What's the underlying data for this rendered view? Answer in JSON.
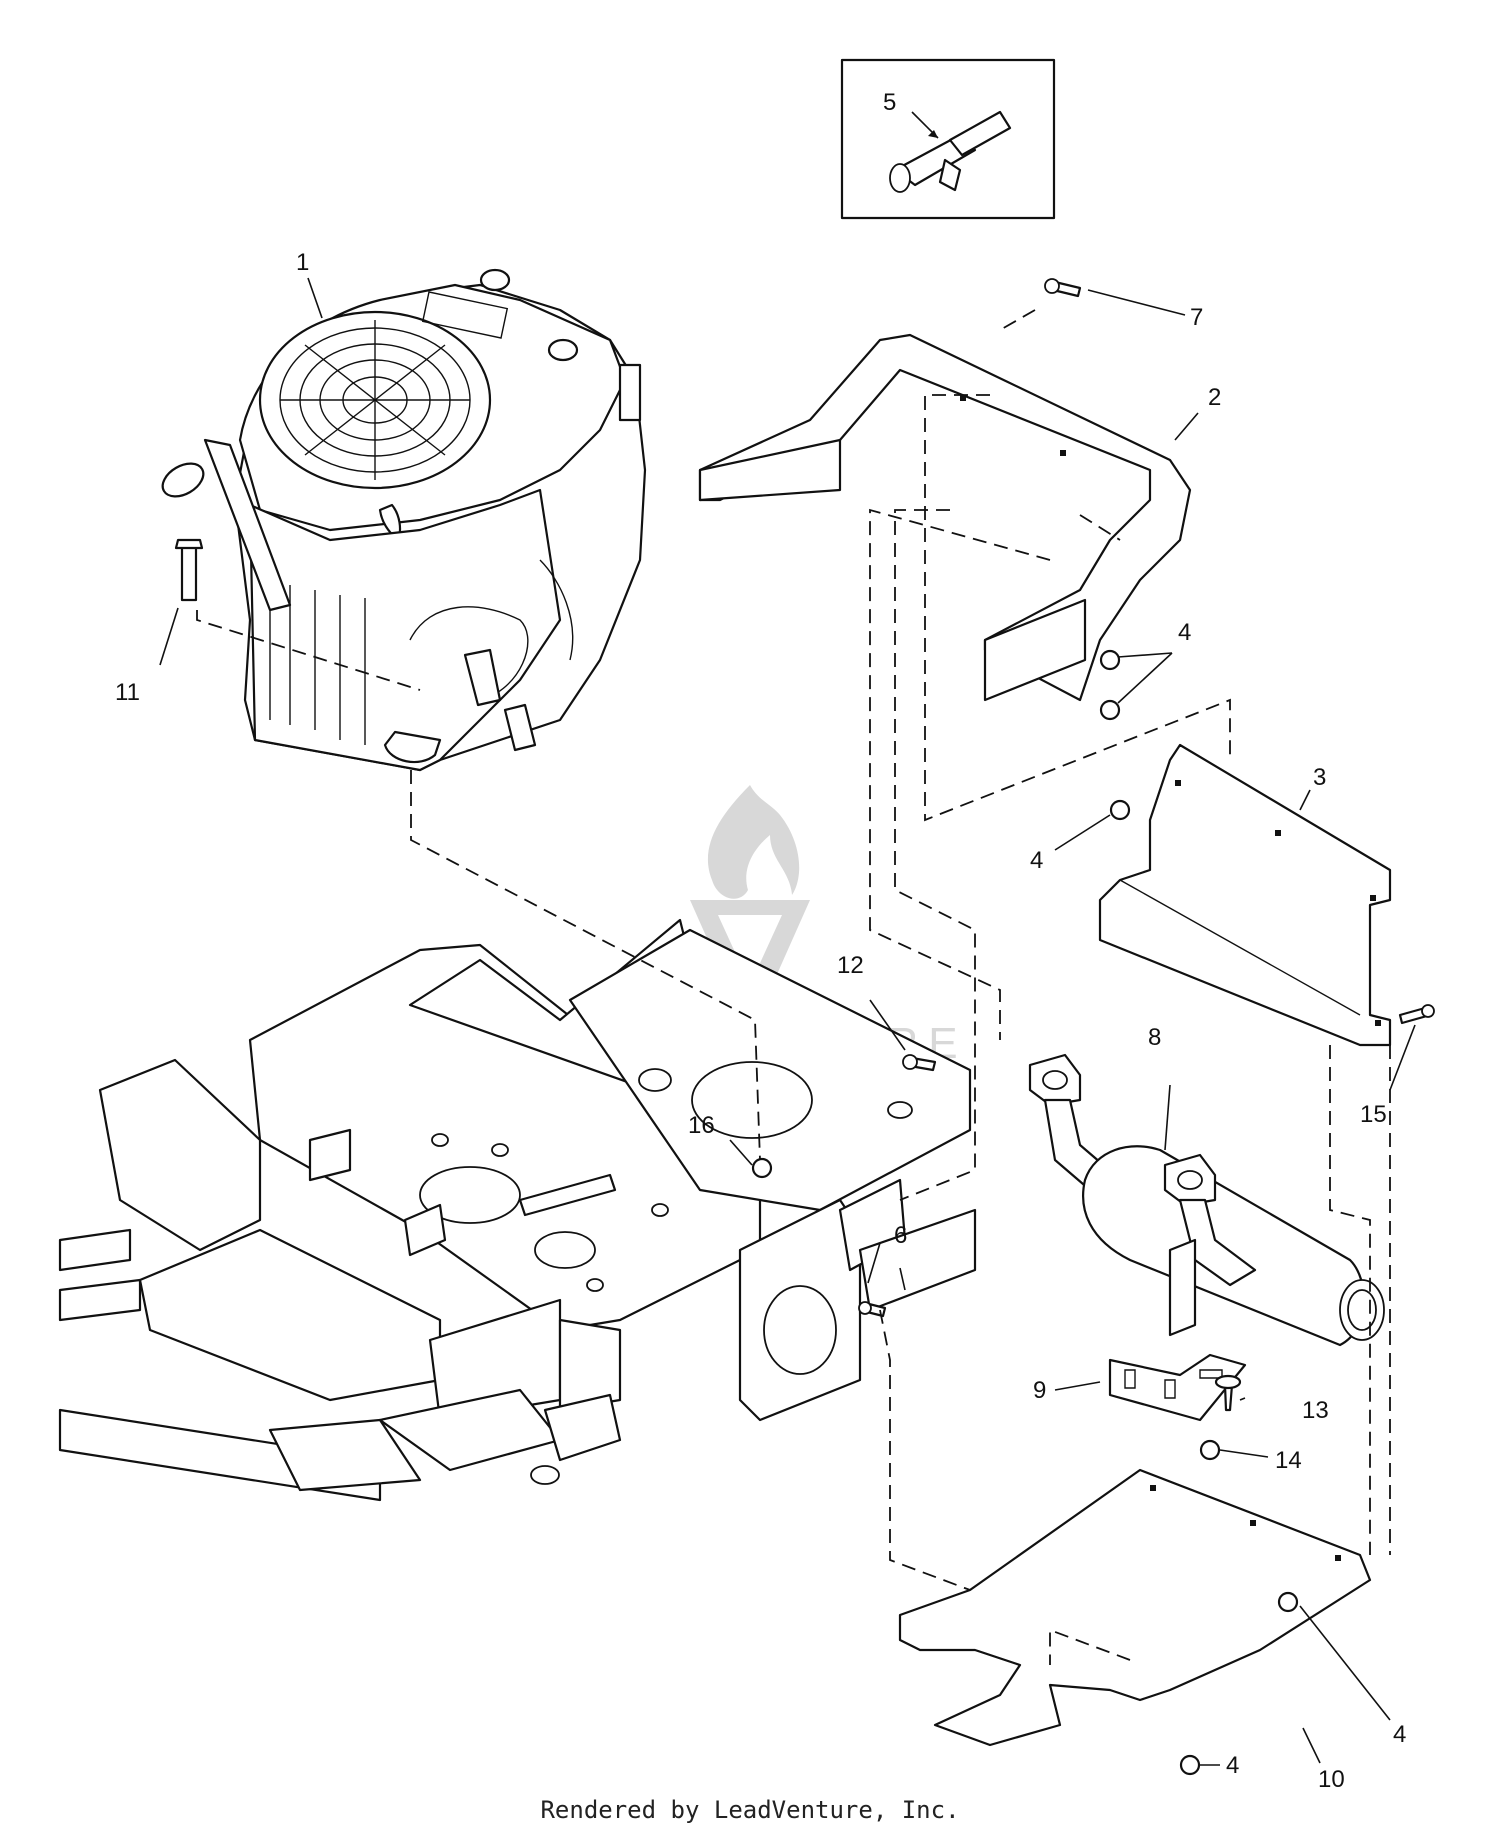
{
  "diagram": {
    "callouts": [
      {
        "id": "c1",
        "label": "1"
      },
      {
        "id": "c2",
        "label": "2"
      },
      {
        "id": "c3",
        "label": "3"
      },
      {
        "id": "c4a",
        "label": "4"
      },
      {
        "id": "c4b",
        "label": "4"
      },
      {
        "id": "c4c",
        "label": "4"
      },
      {
        "id": "c4d",
        "label": "4"
      },
      {
        "id": "c5",
        "label": "5"
      },
      {
        "id": "c6",
        "label": "6"
      },
      {
        "id": "c7",
        "label": "7"
      },
      {
        "id": "c8",
        "label": "8"
      },
      {
        "id": "c9",
        "label": "9"
      },
      {
        "id": "c10",
        "label": "10"
      },
      {
        "id": "c11",
        "label": "11"
      },
      {
        "id": "c12",
        "label": "12"
      },
      {
        "id": "c13",
        "label": "13"
      },
      {
        "id": "c14",
        "label": "14"
      },
      {
        "id": "c15",
        "label": "15"
      },
      {
        "id": "c16",
        "label": "16"
      }
    ],
    "watermark_text": "LEADVENTURE",
    "footer": "Rendered by LeadVenture, Inc."
  },
  "colors": {
    "line": "#111111",
    "background": "#ffffff",
    "watermark": "#d8d8d8"
  }
}
